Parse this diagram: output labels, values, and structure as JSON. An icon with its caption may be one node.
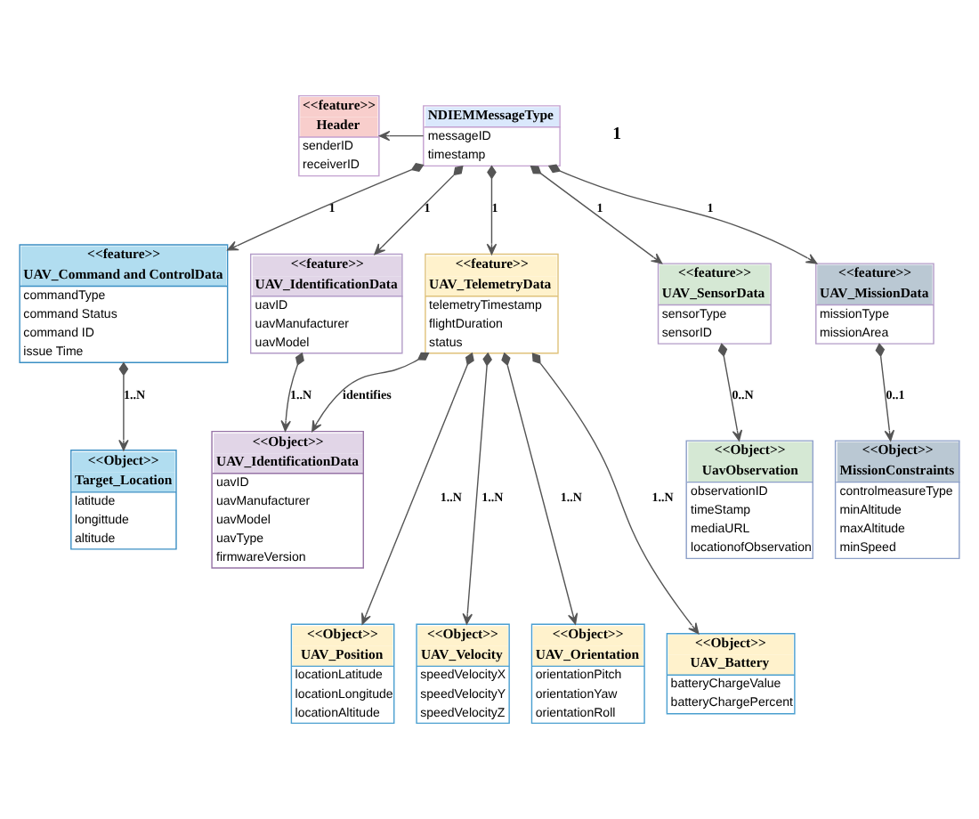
{
  "diagram": {
    "nodes": [
      {
        "text": [
          "<<feature>>",
          "Header",
          "senderID",
          "receiverID"
        ]
      },
      {
        "text": [
          "NDIEMMessageType",
          "messageID",
          "timestamp"
        ]
      },
      {
        "text": [
          "<<feature>>",
          "UAV_Command and ControlData",
          "commandType",
          "command Status",
          "command ID",
          "issue Time"
        ]
      },
      {
        "text": [
          "<<feature>>",
          "UAV_IdentificationData",
          "uavID",
          "uavManufacturer",
          "uavModel"
        ]
      },
      {
        "text": [
          "<<feature>>",
          "UAV_TelemetryData",
          "telemetryTimestamp",
          "flightDuration",
          "status"
        ]
      },
      {
        "text": [
          "<<feature>>",
          "UAV_SensorData",
          "sensorType",
          "sensorID"
        ]
      },
      {
        "text": [
          "<<feature>>",
          "UAV_MissionData",
          "missionType",
          "missionArea"
        ]
      },
      {
        "text": [
          "<<Object>>",
          "Target_Location",
          "latitude",
          "longittude",
          "altitude"
        ]
      },
      {
        "text": [
          "<<Object>>",
          "UAV_IdentificationData",
          "uavID",
          "uavManufacturer",
          "uavModel",
          "uavType",
          "firmwareVersion"
        ]
      },
      {
        "text": [
          "<<Object>>",
          "UavObservation",
          "observationID",
          "timeStamp",
          "mediaURL",
          "locationofObservation"
        ]
      },
      {
        "text": [
          "<<Object>>",
          "MissionConstraints",
          "controlmeasureType",
          "minAltitude",
          "maxAltitude",
          "minSpeed"
        ]
      },
      {
        "text": [
          "<<Object>>",
          "UAV_Position",
          "locationLatitude",
          "locationLongitude",
          "locationAltitude"
        ]
      },
      {
        "text": [
          "<<Object>>",
          "UAV_Velocity",
          "speedVelocityX",
          "speedVelocityY",
          "speedVelocityZ"
        ]
      },
      {
        "text": [
          "<<Object>>",
          "UAV_Orientation",
          "orientationPitch",
          "orientationYaw",
          "orientationRoll"
        ]
      },
      {
        "text": [
          "<<Object>>",
          "UAV_Battery",
          "batteryChargeValue",
          "batteryChargePercent"
        ]
      }
    ],
    "edges": [
      {
        "from": 1,
        "to": 0,
        "arrow": "to"
      },
      {
        "from": 1,
        "to": 2,
        "arrow": "to",
        "label": "1"
      },
      {
        "from": 1,
        "to": 3,
        "arrow": "to",
        "label": "1"
      },
      {
        "from": 1,
        "to": 4,
        "arrow": "to",
        "label": "1"
      },
      {
        "from": 1,
        "to": 5,
        "arrow": "to",
        "label": "1"
      },
      {
        "from": 1,
        "to": 6,
        "arrow": "to",
        "label": "1"
      },
      {
        "from": 2,
        "to": 7,
        "arrow": "to",
        "label": "1..N"
      },
      {
        "from": 3,
        "to": 8,
        "arrow": "to",
        "label": "1..N"
      },
      {
        "from": 4,
        "to": 8,
        "arrow": "to",
        "label": "identifies"
      },
      {
        "from": 5,
        "to": 9,
        "arrow": "to",
        "label": "0..N"
      },
      {
        "from": 6,
        "to": 10,
        "arrow": "to",
        "label": "0..1"
      },
      {
        "from": 4,
        "to": 11,
        "arrow": "to",
        "label": "1..N"
      },
      {
        "from": 4,
        "to": 12,
        "arrow": "to",
        "label": "1..N"
      },
      {
        "from": 4,
        "to": 13,
        "arrow": "to",
        "label": "1..N"
      },
      {
        "from": 4,
        "to": 14,
        "arrow": "to",
        "label": "1..N"
      }
    ],
    "labels": [
      "1"
    ]
  }
}
